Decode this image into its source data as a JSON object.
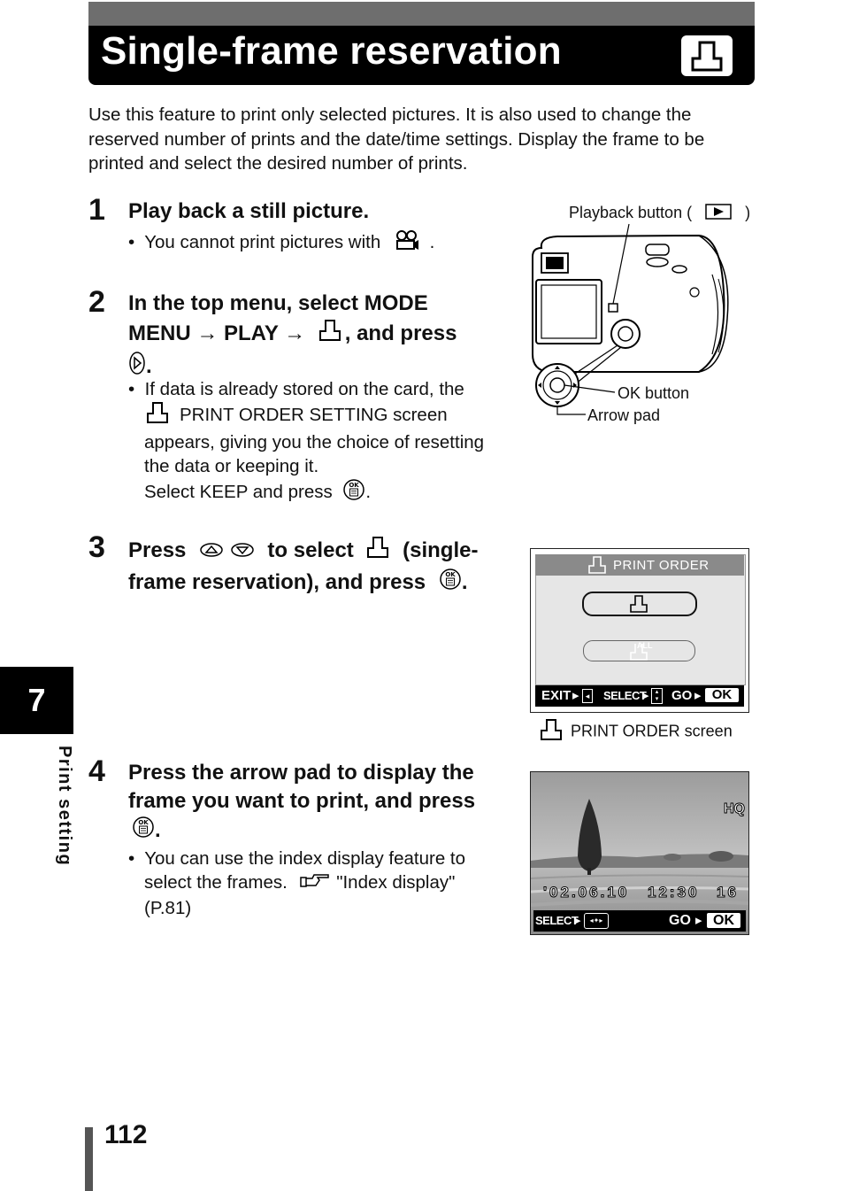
{
  "header": {
    "title": "Single-frame reservation",
    "icon": "print-reserve-icon"
  },
  "intro": "Use this feature to print only selected pictures. It is also used to change the reserved number of prints and the date/time settings. Display the frame to be printed and select the desired number of prints.",
  "steps": [
    {
      "num": "1",
      "head": "Play back a still picture.",
      "bullet_pre": "You cannot print pictures with",
      "bullet_post": "."
    },
    {
      "num": "2",
      "head_a": "In the top menu, select MODE",
      "head_b": "MENU",
      "arrow": "→",
      "play": "PLAY",
      "head_c": ", and press",
      "period": ".",
      "bullet_b": "PRINT ORDER SETTING screen",
      "bullet_a": "If data is already stored on the card, the",
      "bullet_c": "appears, giving you the choice of resetting",
      "bullet_d": "the data or keeping it.",
      "bullet_e": "Select KEEP and press",
      "bullet_e_end": "."
    },
    {
      "num": "3",
      "head_a": "Press",
      "head_b": "to select",
      "head_c": "(single-",
      "head_d": "frame reservation), and press",
      "period": "."
    },
    {
      "num": "4",
      "head_a": "Press the arrow pad to display the",
      "head_b": "frame you want to print, and press",
      "period": ".",
      "bullet_a": "You can use the index display feature to",
      "bullet_b": "select the frames.",
      "bullet_ref": "\"Index display\"",
      "bullet_page": "(P.81)"
    }
  ],
  "camera_figure": {
    "playback_label": "Playback button (",
    "playback_close": ")",
    "ok_label": "OK button",
    "arrow_label": "Arrow pad"
  },
  "print_order_screen": {
    "header": "PRINT ORDER",
    "all_label": "ALL",
    "exit": "EXIT",
    "select": "SELECT",
    "go": "GO",
    "ok": "OK",
    "caption": "PRINT ORDER screen"
  },
  "photo_screen": {
    "quality": "HQ",
    "date": "'02.06.10",
    "time": "12:30",
    "frame": "16",
    "select": "SELECT",
    "go": "GO",
    "ok": "OK"
  },
  "sidebar": {
    "chapter": "7",
    "label": "Print setting"
  },
  "footer": {
    "page_number": "112"
  },
  "colors": {
    "title_bg": "#000000",
    "title_stripe": "#6e6e6e",
    "screen_header": "#8a8a8a",
    "screen_bg": "#e6e6e6"
  }
}
